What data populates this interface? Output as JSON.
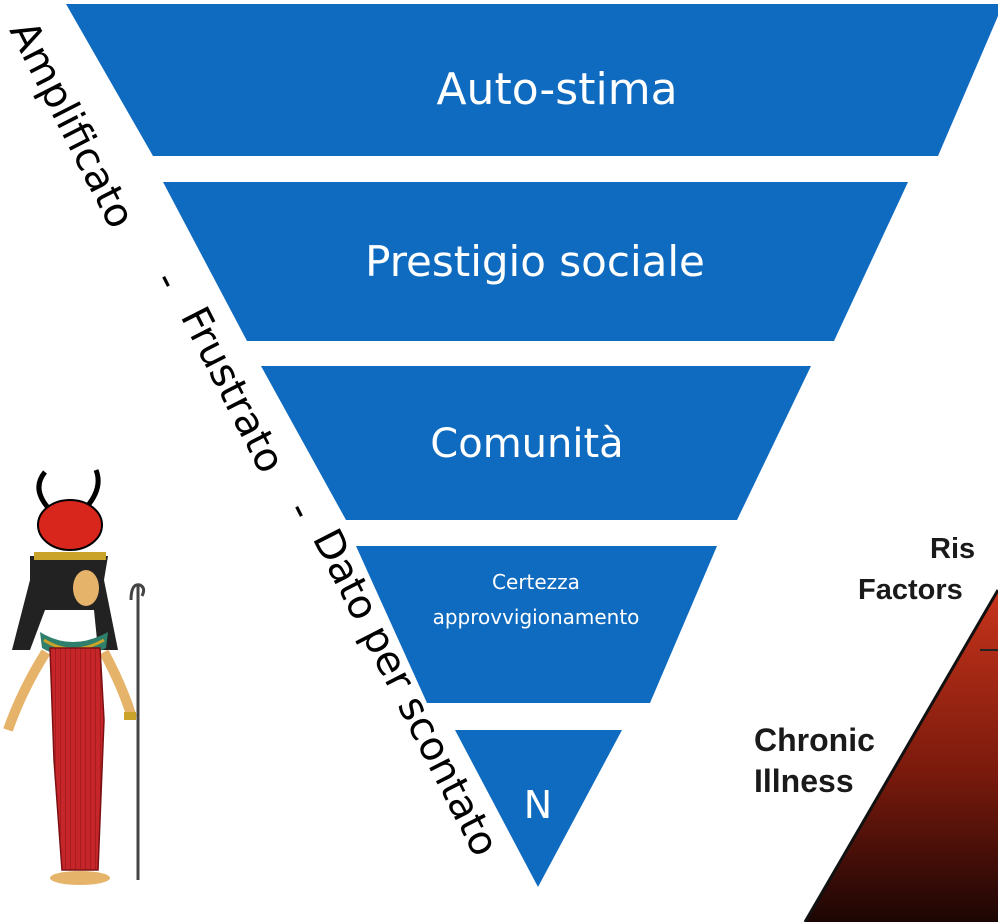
{
  "pyramid": {
    "fill_color": "#0f6bbf",
    "levels": [
      {
        "label": "Auto-stima"
      },
      {
        "label": "Prestigio sociale"
      },
      {
        "label": "Comunità"
      },
      {
        "label_line1": "Certezza",
        "label_line2": "approvvigionamento"
      },
      {
        "label": "N"
      }
    ]
  },
  "side_labels": {
    "amplificato": "Amplificato",
    "dash1": "-",
    "frustrato": "Frustrato",
    "dash2": "-",
    "dato": "Dato per scontato"
  },
  "right_figure": {
    "risk_line1": "Ris",
    "risk_line2": "Factors",
    "chronic_line1": "Chronic",
    "chronic_line2": "Illness",
    "gradient_top": "#c0301a",
    "gradient_bottom": "#2a0a05"
  },
  "left_illustration": {
    "icon": "egyptian-goddess-icon"
  }
}
